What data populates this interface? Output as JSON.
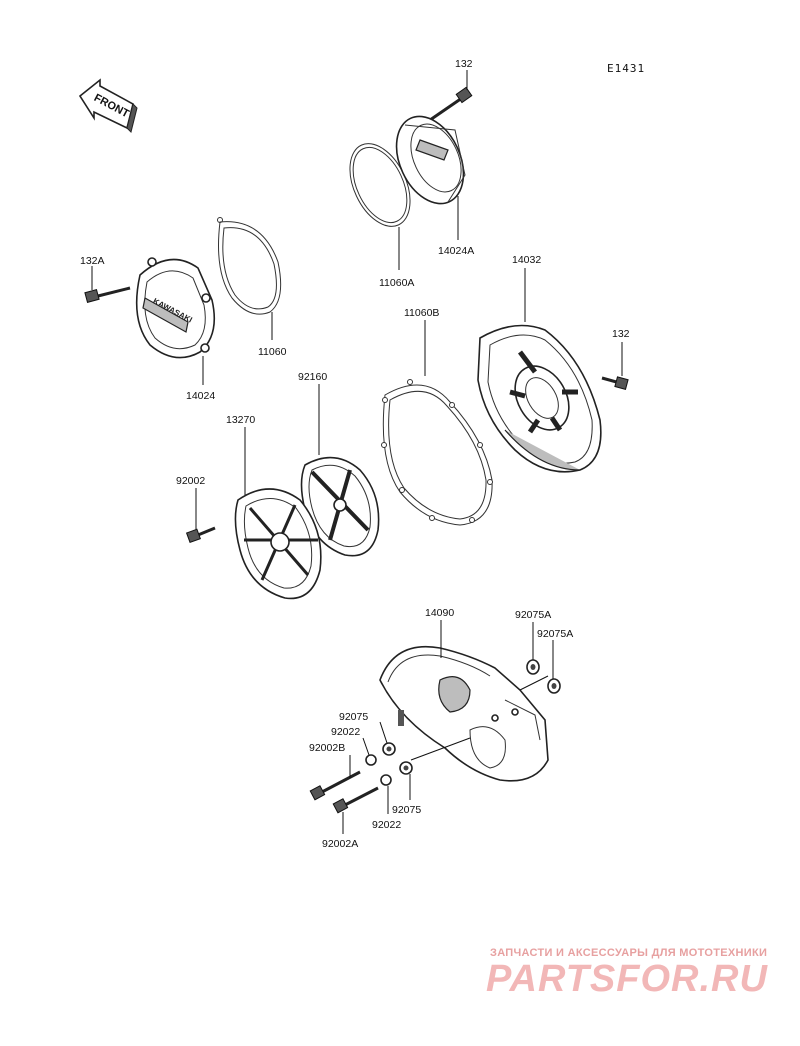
{
  "diagram_code": "E1431",
  "front_label": "FRONT",
  "labels": {
    "p132_top": "132",
    "p14024A": "14024A",
    "p11060A": "11060A",
    "p132A": "132A",
    "p11060": "11060",
    "p14024": "14024",
    "p14032": "14032",
    "p11060B": "11060B",
    "p132_right": "132",
    "p92160": "92160",
    "p13270": "13270",
    "p92002": "92002",
    "p14090": "14090",
    "p92075A_1": "92075A",
    "p92075A_2": "92075A",
    "p92075_left": "92075",
    "p92022_left": "92022",
    "p92002B": "92002B",
    "p92075_right": "92075",
    "p92022_right": "92022",
    "p92002A": "92002A"
  },
  "watermark": {
    "tagline": "ЗАПЧАСТИ И АКСЕССУАРЫ ДЛЯ МОТОТЕХНИКИ",
    "logo": "PARTSFOR.RU"
  }
}
